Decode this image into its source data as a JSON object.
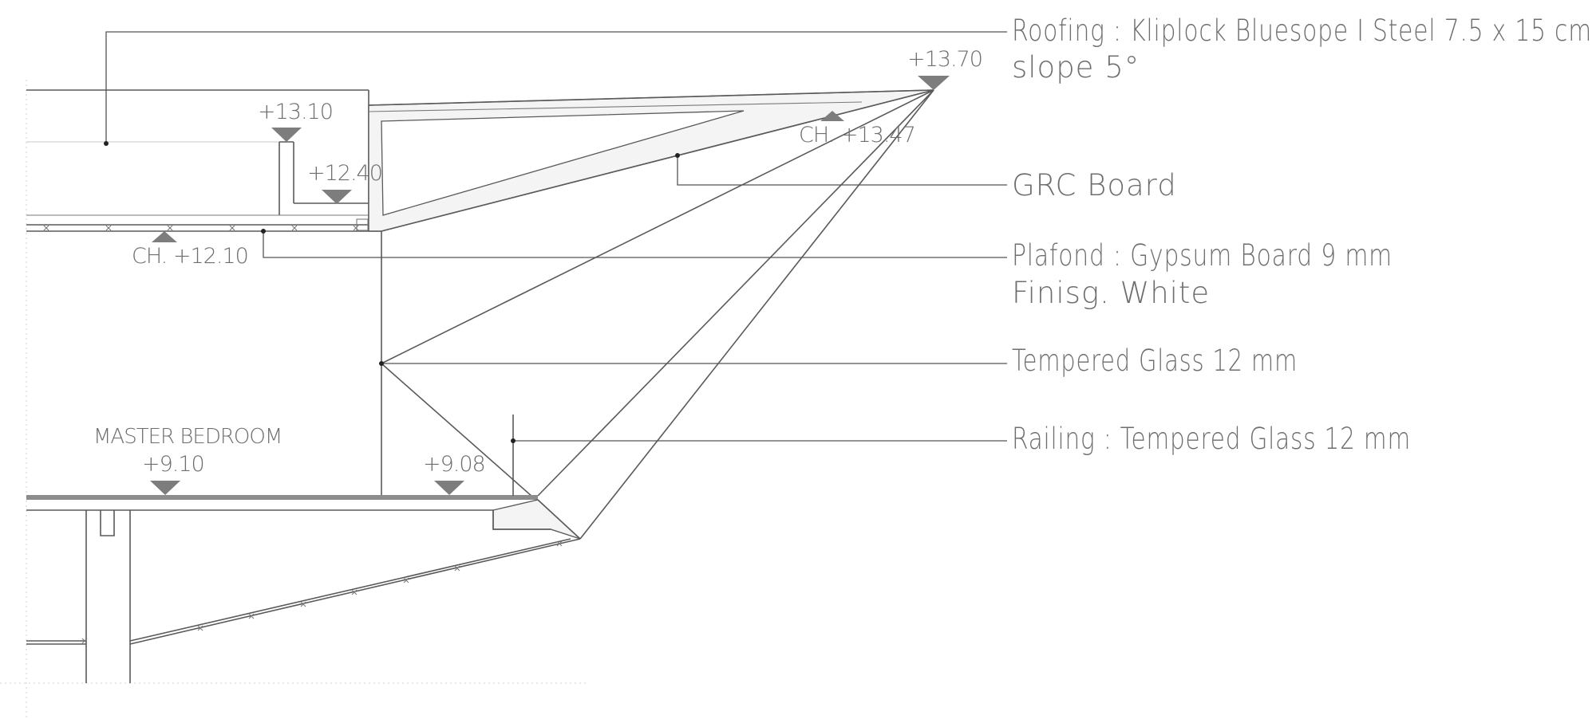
{
  "annotations": {
    "roofing_line1": "Roofing : Kliplock Bluesope I Steel 7.5 x 15 cm",
    "roofing_line2": "slope 5°",
    "grc_board": "GRC Board",
    "plafond_line1": "Plafond : Gypsum Board 9 mm",
    "plafond_line2": "Finisg. White",
    "tempered_glass": "Tempered Glass 12 mm",
    "railing": "Railing : Tempered Glass 12 mm"
  },
  "levels": {
    "roof_top": "+13.70",
    "ch_canopy": "CH. +13.47",
    "parapet_top": "+13.10",
    "gutter": "+12.40",
    "ch_ceiling": "CH. +12.10",
    "master_bedroom_floor": "+9.10",
    "balcony_floor": "+9.08"
  },
  "rooms": {
    "master_bedroom": "MASTER BEDROOM"
  },
  "colors": {
    "line": "#5a5a5a",
    "text": "#6e6e6e",
    "level_marker": "#7d7d7d",
    "background": "#ffffff"
  }
}
